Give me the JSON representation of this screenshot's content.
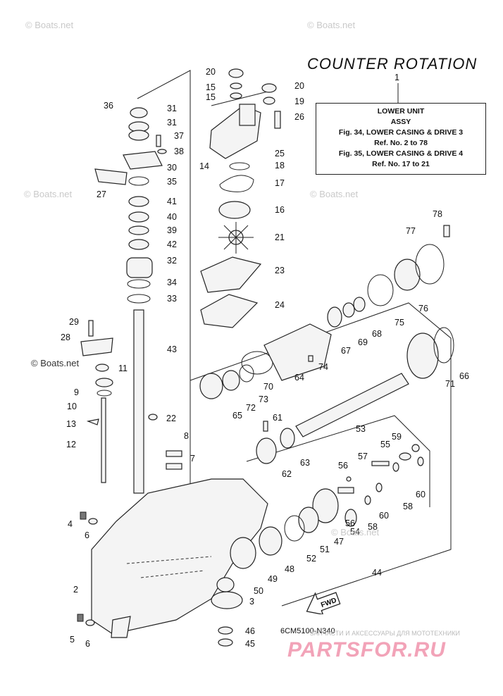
{
  "header": {
    "title": "COUNTER ROTATION",
    "ref_number": "1"
  },
  "info_box": {
    "line1": "LOWER UNIT",
    "line2": "ASSY",
    "line3": "Fig. 34, LOWER CASING & DRIVE 3",
    "line4": "Ref. No. 2 to 78",
    "line5": "Fig. 35, LOWER CASING & DRIVE 4",
    "line6": "Ref. No. 17 to 21"
  },
  "footer": {
    "diagram_code": "6CM5100-N340",
    "fwd_label": "FWD"
  },
  "watermarks": {
    "boats_1": "© Boats.net",
    "boats_2": "© Boats.net",
    "boats_3": "© Boats.net",
    "boats_4": "© Boats.net",
    "boats_5": "© Boats.net",
    "boats_6": "© Boats.net",
    "brand_tagline": "ЗАПЧАСТИ И АКСЕССУАРЫ ДЛЯ МОТОТЕХНИКИ",
    "brand_name": "PARTSFOR.RU"
  },
  "callouts": [
    {
      "id": "c20a",
      "text": "20"
    },
    {
      "id": "c15a",
      "text": "15"
    },
    {
      "id": "c15b",
      "text": "15"
    },
    {
      "id": "c20b",
      "text": "20"
    },
    {
      "id": "c19",
      "text": "19"
    },
    {
      "id": "c26",
      "text": "26"
    },
    {
      "id": "c36",
      "text": "36"
    },
    {
      "id": "c31a",
      "text": "31"
    },
    {
      "id": "c31b",
      "text": "31"
    },
    {
      "id": "c37",
      "text": "37"
    },
    {
      "id": "c38",
      "text": "38"
    },
    {
      "id": "c30",
      "text": "30"
    },
    {
      "id": "c27",
      "text": "27"
    },
    {
      "id": "c35",
      "text": "35"
    },
    {
      "id": "c41",
      "text": "41"
    },
    {
      "id": "c40",
      "text": "40"
    },
    {
      "id": "c39",
      "text": "39"
    },
    {
      "id": "c42",
      "text": "42"
    },
    {
      "id": "c32",
      "text": "32"
    },
    {
      "id": "c34",
      "text": "34"
    },
    {
      "id": "c33",
      "text": "33"
    },
    {
      "id": "c14",
      "text": "14"
    },
    {
      "id": "c25",
      "text": "25"
    },
    {
      "id": "c18",
      "text": "18"
    },
    {
      "id": "c17",
      "text": "17"
    },
    {
      "id": "c16",
      "text": "16"
    },
    {
      "id": "c21",
      "text": "21"
    },
    {
      "id": "c23",
      "text": "23"
    },
    {
      "id": "c24",
      "text": "24"
    },
    {
      "id": "c78",
      "text": "78"
    },
    {
      "id": "c77",
      "text": "77"
    },
    {
      "id": "c76",
      "text": "76"
    },
    {
      "id": "c75",
      "text": "75"
    },
    {
      "id": "c68",
      "text": "68"
    },
    {
      "id": "c69",
      "text": "69"
    },
    {
      "id": "c67",
      "text": "67"
    },
    {
      "id": "c64",
      "text": "64"
    },
    {
      "id": "c74",
      "text": "74"
    },
    {
      "id": "c66",
      "text": "66"
    },
    {
      "id": "c71",
      "text": "71"
    },
    {
      "id": "c70",
      "text": "70"
    },
    {
      "id": "c73",
      "text": "73"
    },
    {
      "id": "c72",
      "text": "72"
    },
    {
      "id": "c65",
      "text": "65"
    },
    {
      "id": "c29",
      "text": "29"
    },
    {
      "id": "c28",
      "text": "28"
    },
    {
      "id": "c43",
      "text": "43"
    },
    {
      "id": "c11",
      "text": "11"
    },
    {
      "id": "c9",
      "text": "9"
    },
    {
      "id": "c10",
      "text": "10"
    },
    {
      "id": "c13",
      "text": "13"
    },
    {
      "id": "c12",
      "text": "12"
    },
    {
      "id": "c22",
      "text": "22"
    },
    {
      "id": "c61",
      "text": "61"
    },
    {
      "id": "c53",
      "text": "53"
    },
    {
      "id": "c63",
      "text": "63"
    },
    {
      "id": "c62",
      "text": "62"
    },
    {
      "id": "c8",
      "text": "8"
    },
    {
      "id": "c7",
      "text": "7"
    },
    {
      "id": "c59",
      "text": "59"
    },
    {
      "id": "c55",
      "text": "55"
    },
    {
      "id": "c57",
      "text": "57"
    },
    {
      "id": "c56a",
      "text": "56"
    },
    {
      "id": "c60a",
      "text": "60"
    },
    {
      "id": "c58a",
      "text": "58"
    },
    {
      "id": "c60b",
      "text": "60"
    },
    {
      "id": "c58b",
      "text": "58"
    },
    {
      "id": "c56b",
      "text": "56"
    },
    {
      "id": "c54",
      "text": "54"
    },
    {
      "id": "c47",
      "text": "47"
    },
    {
      "id": "c51",
      "text": "51"
    },
    {
      "id": "c52",
      "text": "52"
    },
    {
      "id": "c48",
      "text": "48"
    },
    {
      "id": "c49",
      "text": "49"
    },
    {
      "id": "c44",
      "text": "44"
    },
    {
      "id": "c50",
      "text": "50"
    },
    {
      "id": "c3",
      "text": "3"
    },
    {
      "id": "c4",
      "text": "4"
    },
    {
      "id": "c6a",
      "text": "6"
    },
    {
      "id": "c2",
      "text": "2"
    },
    {
      "id": "c46",
      "text": "46"
    },
    {
      "id": "c45",
      "text": "45"
    },
    {
      "id": "c5",
      "text": "5"
    },
    {
      "id": "c6b",
      "text": "6"
    }
  ]
}
